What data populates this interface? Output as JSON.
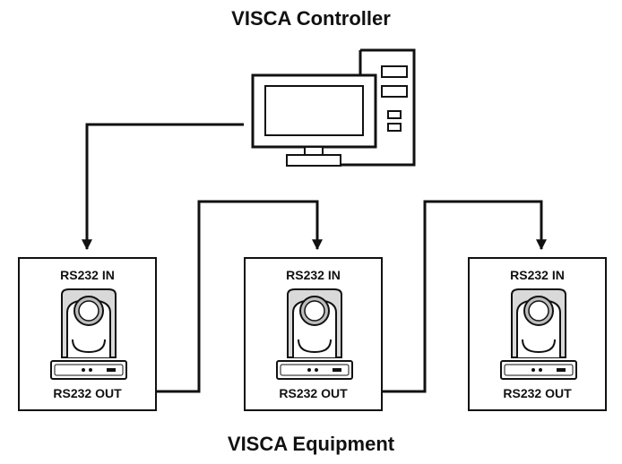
{
  "diagram": {
    "controller_title": "VISCA Controller",
    "equipment_title": "VISCA Equipment",
    "cameras": [
      {
        "in_label": "RS232 IN",
        "out_label": "RS232 OUT"
      },
      {
        "in_label": "RS232 IN",
        "out_label": "RS232 OUT"
      },
      {
        "in_label": "RS232 IN",
        "out_label": "RS232 OUT"
      }
    ]
  },
  "icons": {
    "controller": "desktop-computer-icon",
    "camera": "ptz-camera-icon"
  },
  "colors": {
    "stroke": "#111111",
    "background": "#ffffff",
    "camera_body": "#d9d9d9",
    "lens": "#ffffff"
  }
}
